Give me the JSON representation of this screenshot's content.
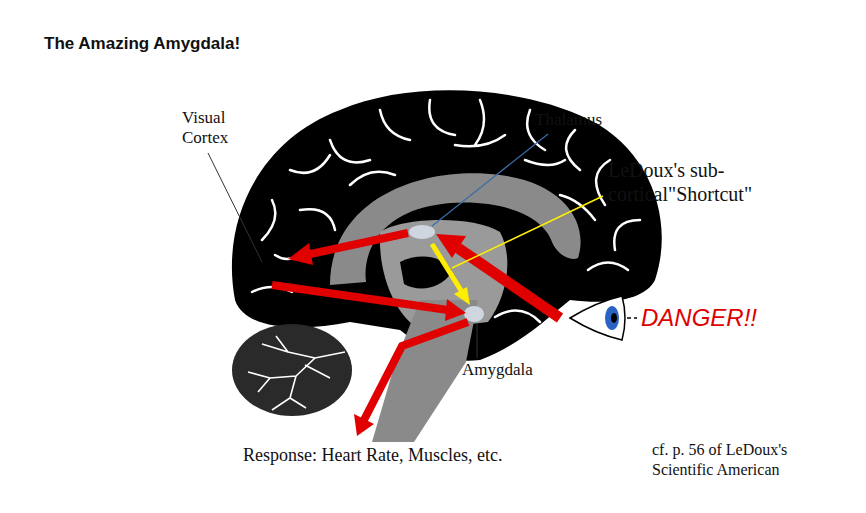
{
  "diagram": {
    "title": "The Amazing Amygdala!",
    "labels": [
      "Visual Cortex",
      "Thalamus",
      "LeDoux's sub- cortical\"Shortcut\"",
      "DANGER!!",
      "Amygdala",
      "Response: Heart Rate, Muscles, etc.",
      "cf. p. 56 of LeDoux's Scientific American"
    ]
  }
}
